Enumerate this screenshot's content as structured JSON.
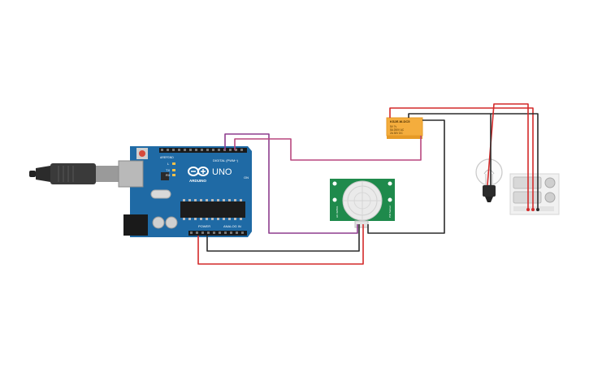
{
  "arduino": {
    "brand": "UNO",
    "maker": "ARDUINO",
    "digital_label": "DIGITAL (PWM~)",
    "power_label": "POWER",
    "analog_label": "ANALOG IN",
    "aref_label": "AREF",
    "gnd_label": "GND",
    "tx_label": "TX",
    "rx_label": "RX",
    "l_label": "L",
    "on_label": "ON"
  },
  "relay": {
    "part_number": "KS2E-M-DC5",
    "spec_line1": "5V   7v",
    "spec_line2": "5A  250V AC",
    "spec_line3": "2A  30V DC"
  },
  "pir": {
    "side_label_left": "HC-SR501",
    "side_label_right": "PIR Sensor"
  },
  "colors": {
    "wire_red": "#d42a2a",
    "wire_black": "#2b2b2b",
    "wire_purple": "#8e3d8e",
    "wire_magenta": "#b8477e",
    "arduino_blue": "#1f6aa5",
    "relay_orange": "#f4ad3d",
    "pir_green": "#1f8a4c"
  }
}
